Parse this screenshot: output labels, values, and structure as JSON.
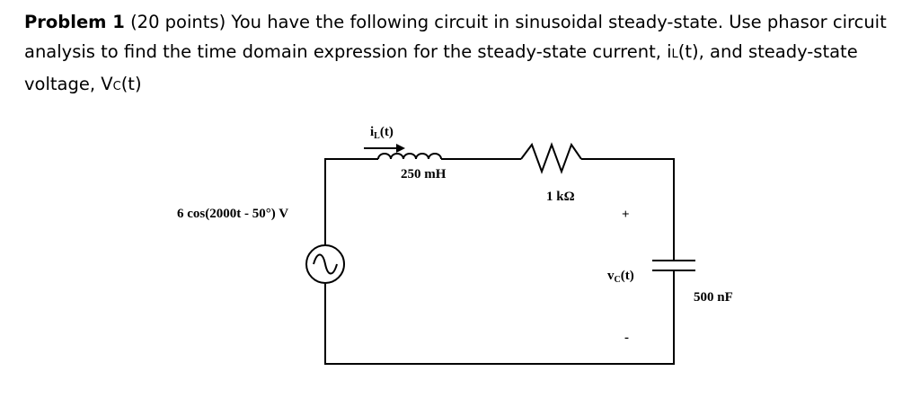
{
  "problem": {
    "number_label": "Problem 1",
    "points": "(20 points)",
    "text_1": " You have the following circuit in sinusoidal steady-state.  Use phasor circuit analysis to find the time domain expression for the steady-state current, i",
    "sub_L": "L",
    "text_2": "(t), and steady-state voltage, V",
    "sub_C": "C",
    "text_3": "(t)"
  },
  "circuit": {
    "current_label_main": "i",
    "current_label_sub": "L",
    "current_label_tail": "(t)",
    "inductor_label": "250 mH",
    "resistor_label": "1 kΩ",
    "source_label": "6 cos(2000t - 50°) V",
    "plus_label": "+",
    "minus_label": "-",
    "vc_label_main": "v",
    "vc_label_sub": "C",
    "vc_label_tail": "(t)",
    "capacitor_label": "500 nF"
  }
}
